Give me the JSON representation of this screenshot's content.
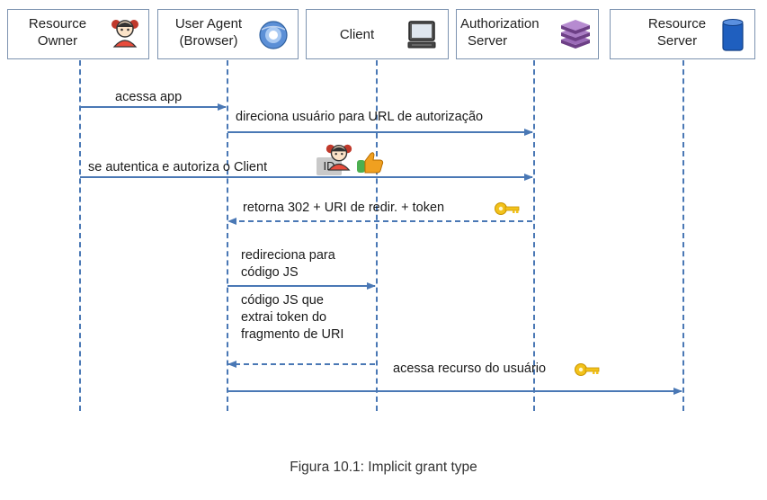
{
  "actors": [
    {
      "label_line1": "Resource",
      "label_line2": "Owner",
      "icon": "girl-user-icon"
    },
    {
      "label_line1": "User Agent",
      "label_line2": "(Browser)",
      "icon": "browser-globe-icon"
    },
    {
      "label_line1": "Client",
      "icon": "computer-icon"
    },
    {
      "label_line1": "Authorization",
      "label_line2": "Server",
      "icon": "server-stack-icon"
    },
    {
      "label_line1": "Resource",
      "label_line2": "Server",
      "icon": "database-icon"
    }
  ],
  "messages": {
    "m1": "acessa app",
    "m2": "direciona usuário para URL de autorização",
    "m3": "se autentica e autoriza o Client",
    "m3_badge": "ID",
    "m4": "retorna 302 + URI de redir. + token",
    "m5": "redireciona para código JS",
    "m6": "código JS que extrai token do fragmento de URI",
    "m7": "acessa recurso do usuário"
  },
  "caption": "Figura 10.1: Implicit grant type",
  "colors": {
    "arrow": "#4a78b5",
    "box_border": "#7d93b0",
    "key": "#f2c21b",
    "thumb": "#f0a020",
    "sleeve": "#4caf50"
  }
}
